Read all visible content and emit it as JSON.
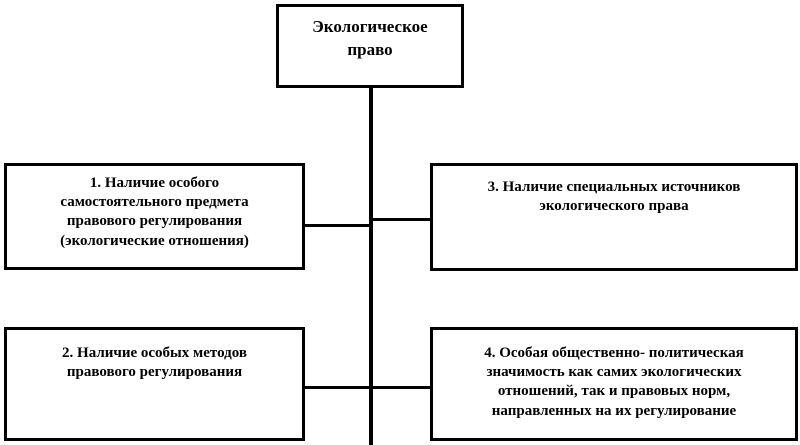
{
  "diagram": {
    "root": {
      "lines": [
        "Экологическое",
        "право"
      ]
    },
    "features": [
      {
        "id": 1,
        "lines": [
          "1. Наличие особого",
          "самостоятельного предмета",
          "правового регулирования",
          "(экологические отношения)"
        ]
      },
      {
        "id": 2,
        "lines": [
          "2. Наличие особых методов",
          "правового регулирования"
        ]
      },
      {
        "id": 3,
        "lines": [
          "3. Наличие специальных источников",
          "экологического права"
        ]
      },
      {
        "id": 4,
        "lines": [
          "4. Особая общественно- политическая",
          "значимость как самих экологических",
          "отношений, так и правовых норм,",
          "направленных на их регулирование"
        ]
      }
    ],
    "colors": {
      "line": "#000000",
      "background": "#ffffff"
    }
  }
}
